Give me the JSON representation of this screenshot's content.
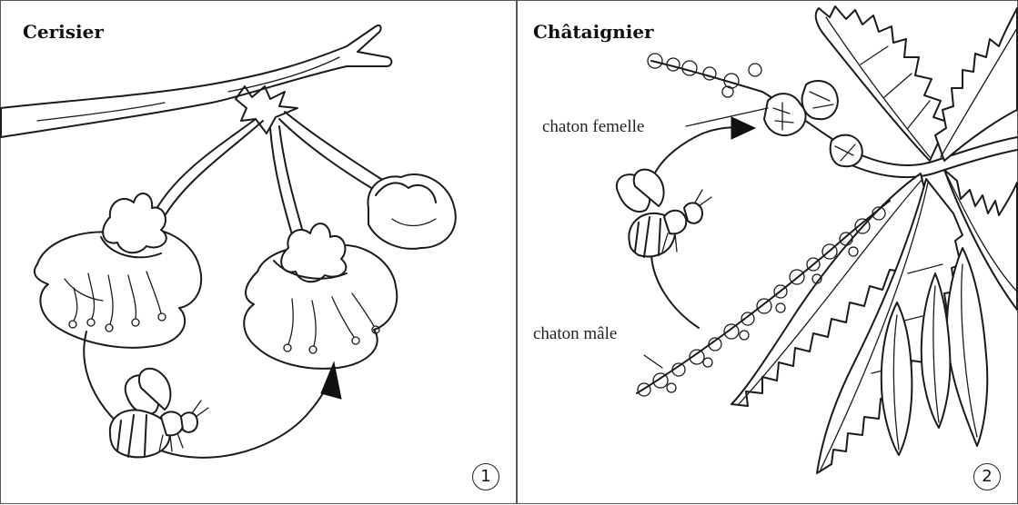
{
  "panels": [
    {
      "title": "Cerisier",
      "number": "1",
      "illustration": [
        "cherry-branch",
        "cherry-flowers",
        "bee",
        "pollination-arrow"
      ]
    },
    {
      "title": "Châtaignier",
      "number": "2",
      "labels": {
        "female": "chaton femelle",
        "male": "chaton mâle"
      },
      "illustration": [
        "chestnut-leaves",
        "female-catkin",
        "male-catkin",
        "bee",
        "pollination-arrow"
      ]
    }
  ],
  "colors": {
    "ink": "#1b1b1b",
    "border": "#555555",
    "background": "#ffffff"
  }
}
